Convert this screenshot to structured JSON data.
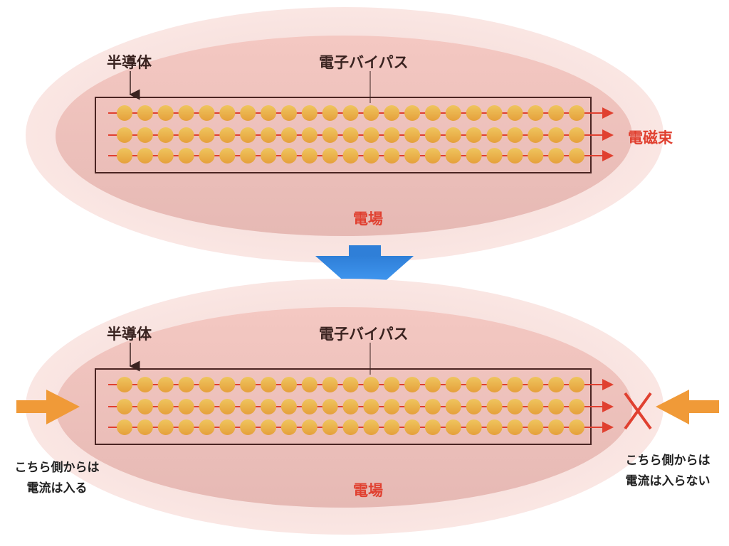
{
  "panels": [
    {
      "semiconductor": "半導体",
      "bypass": "電子バイパス",
      "flux": "電磁束",
      "field": "電場"
    },
    {
      "semiconductor": "半導体",
      "bypass": "電子バイパス",
      "field": "電場",
      "left_note": [
        "こちら側からは",
        "電流は入る"
      ],
      "right_note": [
        "こちら側からは",
        "電流は入らない"
      ]
    }
  ],
  "electrons_per_row": 23,
  "rows": 3,
  "colors": {
    "outer": "#f8e2df",
    "inner": "#efc3bd",
    "electron": "#eab050",
    "flow": "#e04030",
    "down_arrow": "#3d9cf5",
    "side_arrow": "#f09a38"
  }
}
